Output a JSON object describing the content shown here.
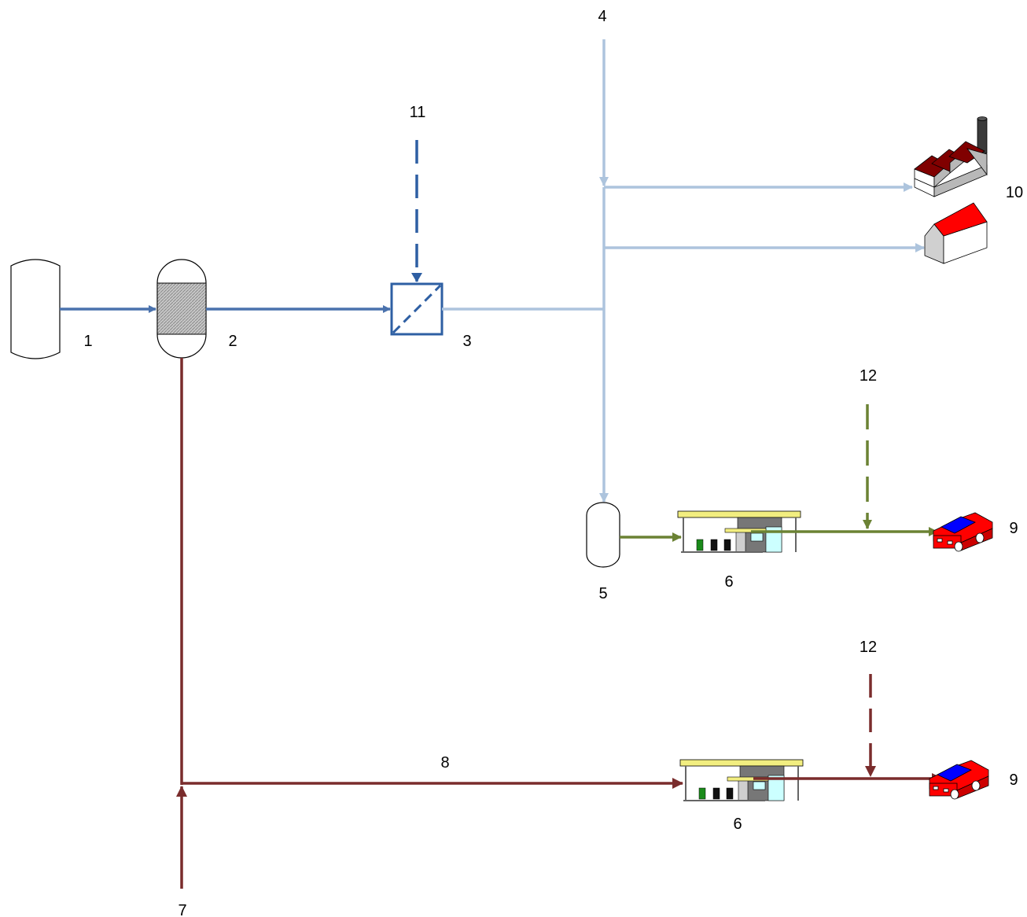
{
  "labels": {
    "l1": "1",
    "l2": "2",
    "l3": "3",
    "l4": "4",
    "l5": "5",
    "l6a": "6",
    "l6b": "6",
    "l7": "7",
    "l8": "8",
    "l9a": "9",
    "l9b": "9",
    "l10": "10",
    "l11": "11",
    "l12a": "12",
    "l12b": "12"
  },
  "colors": {
    "blue_line": "#4a72ad",
    "light_blue_line": "#adc4dd",
    "dark_blue": "#2e5fa3",
    "green_line": "#6b8234",
    "brown_line": "#7a2c2c",
    "factory_roof": "#800000",
    "house_roof": "#ff0000",
    "car_red": "#ff0000",
    "car_window": "#0000ff",
    "canopy_yellow": "#f2ee80"
  },
  "icons": [
    "storage-tank-icon",
    "adsorber-icon",
    "membrane-unit-icon",
    "factory-icon",
    "house-icon",
    "fuel-station-icon",
    "car-icon"
  ]
}
